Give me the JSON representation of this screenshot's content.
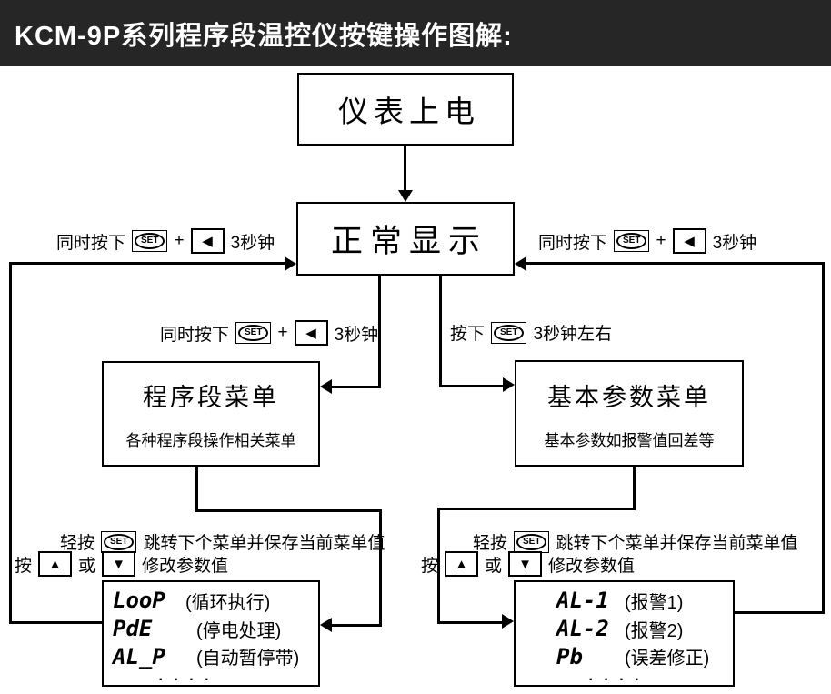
{
  "header": {
    "title": "KCM-9P系列程序段温控仪按键操作图解:"
  },
  "colors": {
    "header_bg": "#262626",
    "header_text": "#ffffff",
    "line_color": "#000000",
    "box_bg": "#ffffff"
  },
  "icons": {
    "set_button": "SET",
    "left_button": "◀",
    "up_button": "▲",
    "down_button": "▼"
  },
  "boxes": {
    "power": {
      "label": "仪表上电"
    },
    "normal": {
      "label": "正常显示"
    },
    "prog_menu": {
      "title": "程序段菜单",
      "subtitle": "各种程序段操作相关菜单"
    },
    "basic_menu": {
      "title": "基本参数菜单",
      "subtitle": "基本参数如报警值回差等"
    },
    "prog_params": {
      "items": [
        {
          "code": "LooP",
          "desc": "(循环执行)"
        },
        {
          "code": "PdE",
          "desc": "(停电处理)"
        },
        {
          "code": "AL_P",
          "desc": "(自动暂停带)"
        }
      ],
      "more": ". . . ."
    },
    "basic_params": {
      "items": [
        {
          "code": "AL-1",
          "desc": "(报警1)"
        },
        {
          "code": "AL-2",
          "desc": "(报警2)"
        },
        {
          "code": "Pb",
          "desc": "(误差修正)"
        }
      ],
      "more": ". . . ."
    }
  },
  "press_labels": {
    "left_return": {
      "pre": "同时按下",
      "plus": "+",
      "post": "3秒钟"
    },
    "right_return": {
      "pre": "同时按下",
      "plus": "+",
      "post": "3秒钟"
    },
    "enter_prog": {
      "pre": "同时按下",
      "plus": "+",
      "post": "3秒钟"
    },
    "enter_basic": {
      "pre": "按下",
      "post": "3秒钟左右"
    }
  },
  "step_instructions": {
    "left": {
      "line1_pre": "轻按",
      "line1_post": "跳转下个菜单并保存当前菜单值",
      "line2_pre": "按",
      "line2_mid": "或",
      "line2_post": "修改参数值"
    },
    "right": {
      "line1_pre": "轻按",
      "line1_post": "跳转下个菜单并保存当前菜单值",
      "line2_pre": "按",
      "line2_mid": "或",
      "line2_post": "修改参数值"
    }
  }
}
